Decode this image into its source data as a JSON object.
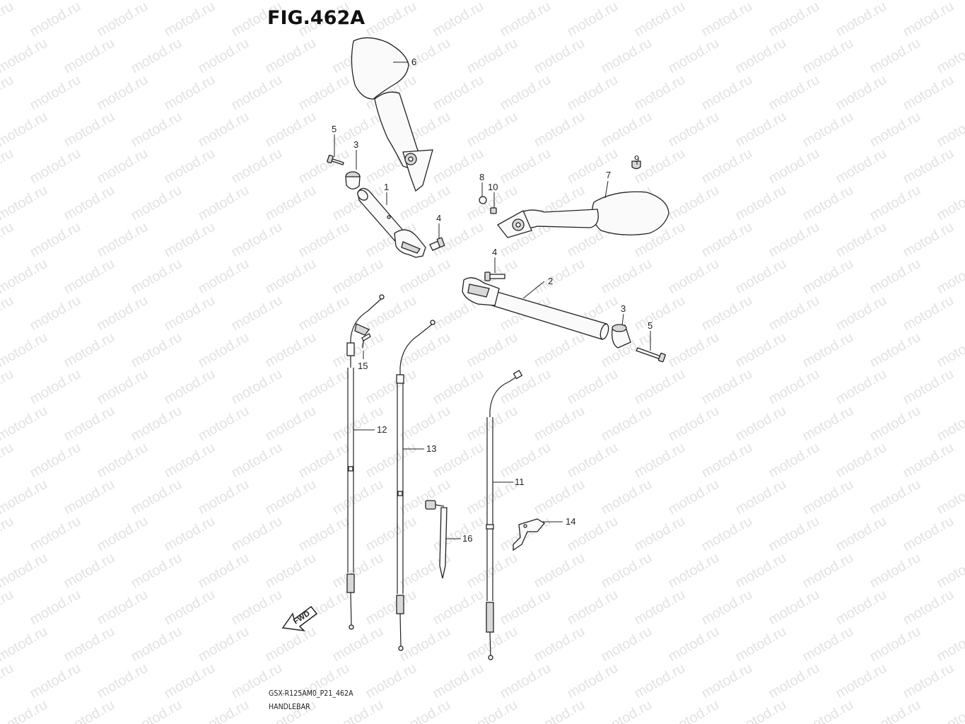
{
  "figure": {
    "title": "FIG.462A",
    "model_code": "GSX-R125AM0_P21_462A",
    "section_name": "HANDLEBAR",
    "watermark": "motod.ru",
    "fwd_label": "FWD"
  },
  "callouts": [
    {
      "id": "callout-6",
      "label": "6"
    },
    {
      "id": "callout-5-left",
      "label": "5"
    },
    {
      "id": "callout-3-left",
      "label": "3"
    },
    {
      "id": "callout-1",
      "label": "1"
    },
    {
      "id": "callout-4-left",
      "label": "4"
    },
    {
      "id": "callout-8",
      "label": "8"
    },
    {
      "id": "callout-10",
      "label": "10"
    },
    {
      "id": "callout-9",
      "label": "9"
    },
    {
      "id": "callout-7",
      "label": "7"
    },
    {
      "id": "callout-4-right",
      "label": "4"
    },
    {
      "id": "callout-2",
      "label": "2"
    },
    {
      "id": "callout-3-right",
      "label": "3"
    },
    {
      "id": "callout-5-right",
      "label": "5"
    },
    {
      "id": "callout-15",
      "label": "15"
    },
    {
      "id": "callout-12",
      "label": "12"
    },
    {
      "id": "callout-13",
      "label": "13"
    },
    {
      "id": "callout-11",
      "label": "11"
    },
    {
      "id": "callout-14",
      "label": "14"
    },
    {
      "id": "callout-16",
      "label": "16"
    }
  ]
}
